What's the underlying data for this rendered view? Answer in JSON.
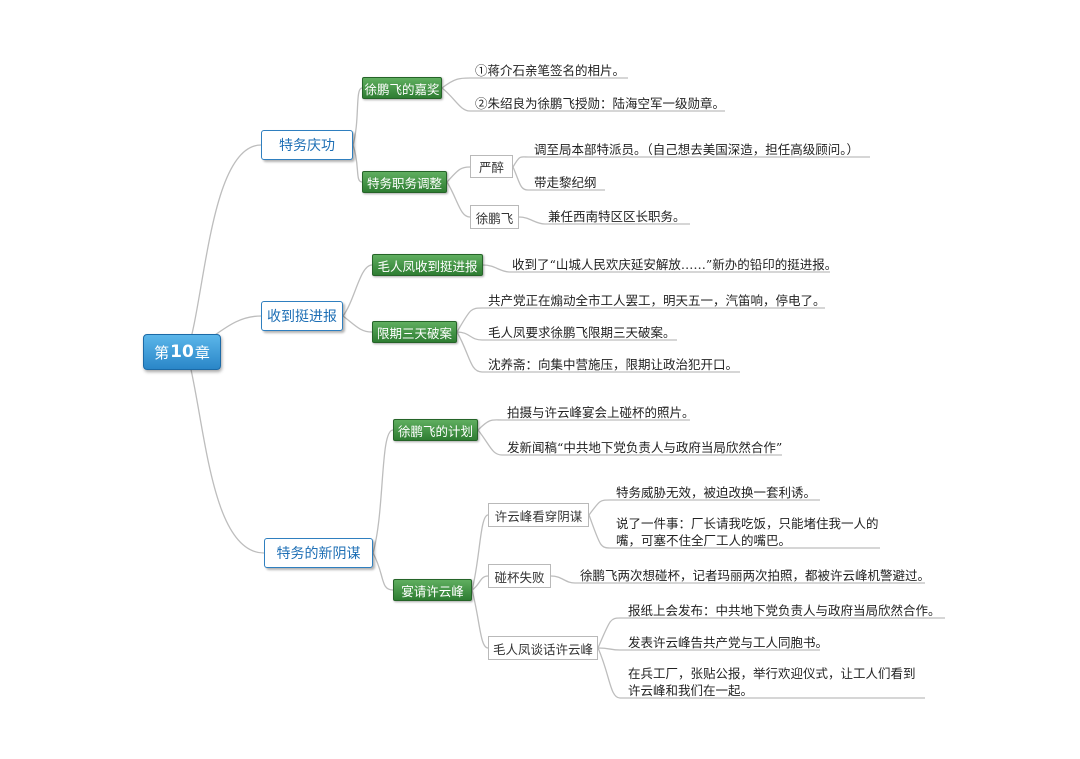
{
  "root": {
    "prefix": "第",
    "number": "10",
    "suffix": "章"
  },
  "branches": {
    "b1": {
      "label": "特务庆功",
      "reward": {
        "label": "徐鹏飞的嘉奖",
        "items": [
          "①蒋介石亲笔签名的相片。",
          "②朱绍良为徐鹏飞授勋：陆海空军一级勋章。"
        ]
      },
      "adjust": {
        "label": "特务职务调整",
        "yanzui": {
          "label": "严醉",
          "items": [
            "调至局本部特派员。（自己想去美国深造，担任高级顾问。）",
            "带走黎纪纲"
          ]
        },
        "xu": {
          "label": "徐鹏飞",
          "items": [
            "兼任西南特区区长职务。"
          ]
        }
      }
    },
    "b2": {
      "label": "收到挺进报",
      "received": {
        "label": "毛人凤收到挺进报",
        "items": [
          "收到了“山城人民欢庆延安解放……”新办的铅印的挺进报。"
        ]
      },
      "deadline": {
        "label": "限期三天破案",
        "items": [
          "共产党正在煽动全市工人罢工，明天五一，汽笛响，停电了。",
          "毛人凤要求徐鹏飞限期三天破案。",
          "沈养斋：向集中营施压，限期让政治犯开口。"
        ]
      }
    },
    "b3": {
      "label": "特务的新阴谋",
      "plan": {
        "label": "徐鹏飞的计划",
        "items": [
          "拍摄与许云峰宴会上碰杯的照片。",
          "发新闻稿“中共地下党负责人与政府当局欣然合作”"
        ]
      },
      "invite": {
        "label": "宴请许云峰",
        "see": {
          "label": "许云峰看穿阴谋",
          "items": [
            "特务威胁无效，被迫改换一套利诱。",
            "说了一件事：厂长请我吃饭，只能堵住我一人的",
            "嘴，可塞不住全厂工人的嘴巴。"
          ]
        },
        "toast": {
          "label": "碰杯失败",
          "items": [
            "徐鹏飞两次想碰杯，记者玛丽两次拍照，都被许云峰机警避过。"
          ]
        },
        "talk": {
          "label": "毛人凤谈话许云峰",
          "items": [
            "报纸上会发布：中共地下党负责人与政府当局欣然合作。",
            "发表许云峰告共产党与工人同胞书。",
            "在兵工厂，张贴公报，举行欢迎仪式，让工人们看到",
            "许云峰和我们在一起。"
          ]
        }
      }
    }
  },
  "colors": {
    "root": "#2a86c8",
    "level1": "#2f7fbf",
    "level2": "#2e7d32",
    "line": "#bbbbbb"
  }
}
